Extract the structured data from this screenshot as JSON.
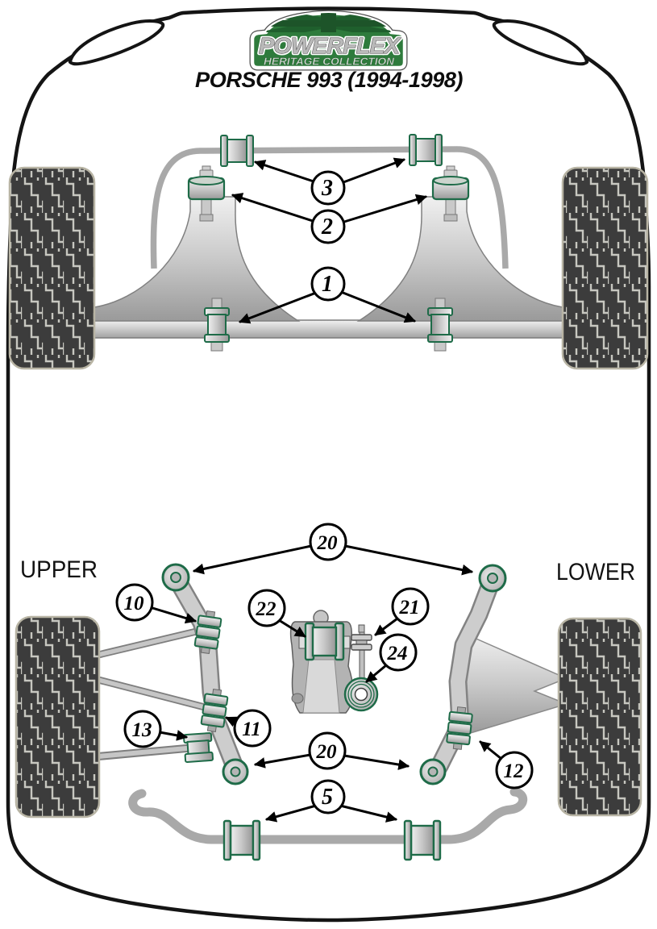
{
  "logo": {
    "brand": "POWERFLEX",
    "collection": "HERITAGE COLLECTION"
  },
  "title": "PORSCHE 993 (1994-1998)",
  "section_labels": {
    "upper": "UPPER",
    "lower": "LOWER"
  },
  "callouts": [
    {
      "id": "front-anti-roll-bar-bush",
      "number": "3"
    },
    {
      "id": "front-upper-mount-bush",
      "number": "2"
    },
    {
      "id": "front-lower-arm-bush",
      "number": "1"
    },
    {
      "id": "rear-trailing-arm-front-bush",
      "number": "20"
    },
    {
      "id": "rear-upper-link-bush",
      "number": "10"
    },
    {
      "id": "rear-mount-bush",
      "number": "22"
    },
    {
      "id": "rear-link-washers",
      "number": "21"
    },
    {
      "id": "rear-round-bush",
      "number": "24"
    },
    {
      "id": "rear-lower-link-bush",
      "number": "11"
    },
    {
      "id": "rear-toe-arm-bush",
      "number": "13"
    },
    {
      "id": "rear-trailing-arm-rear-bush",
      "number": "20"
    },
    {
      "id": "rear-arm-outer-bush",
      "number": "12"
    },
    {
      "id": "rear-anti-roll-bar-bush",
      "number": "5"
    }
  ],
  "colors": {
    "powerflex_green": "#2e7b3c",
    "union_jack_green": "#1f5f2d",
    "bush_green": "#1e6b48",
    "outline_black": "#141414",
    "metal_gray": "#c9c9c9"
  }
}
